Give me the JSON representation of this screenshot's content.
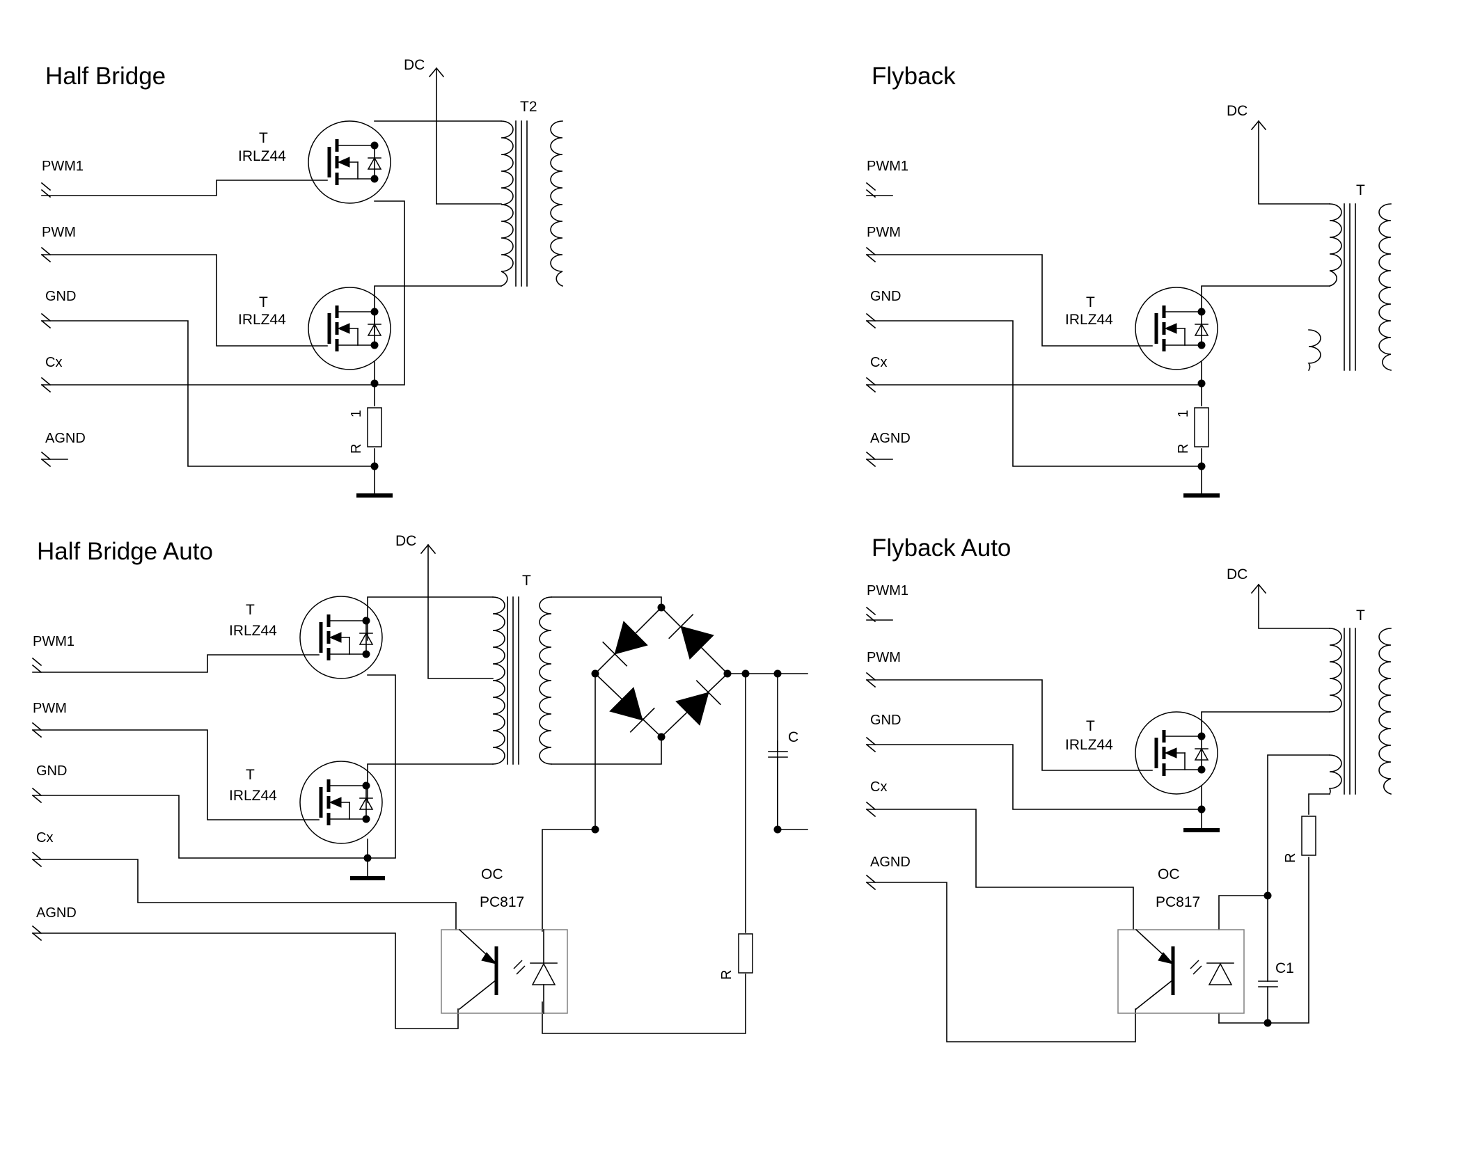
{
  "diagrams": {
    "half_bridge": {
      "title": "Half Bridge",
      "ports": {
        "pwm1": "PWM1",
        "pwm": "PWM",
        "gnd": "GND",
        "cx": "Cx",
        "agnd": "AGND"
      },
      "dc": "DC",
      "transformer": "T2",
      "t_top": {
        "ref": "T",
        "part": "IRLZ44"
      },
      "t_bot": {
        "ref": "T",
        "part": "IRLZ44"
      },
      "resistor": {
        "ref": "R",
        "value": "1"
      }
    },
    "flyback": {
      "title": "Flyback",
      "ports": {
        "pwm1": "PWM1",
        "pwm": "PWM",
        "gnd": "GND",
        "cx": "Cx",
        "agnd": "AGND"
      },
      "dc": "DC",
      "transformer": "T",
      "fet": {
        "ref": "T",
        "part": "IRLZ44"
      },
      "resistor": {
        "ref": "R",
        "value": "1"
      }
    },
    "half_bridge_auto": {
      "title": "Half Bridge Auto",
      "ports": {
        "pwm1": "PWM1",
        "pwm": "PWM",
        "gnd": "GND",
        "cx": "Cx",
        "agnd": "AGND"
      },
      "dc": "DC",
      "transformer": "T",
      "t_top": {
        "ref": "T",
        "part": "IRLZ44"
      },
      "t_bot": {
        "ref": "T",
        "part": "IRLZ44"
      },
      "capacitor": "C",
      "resistor": "R",
      "optocoupler": {
        "ref": "OC",
        "part": "PC817"
      }
    },
    "flyback_auto": {
      "title": "Flyback Auto",
      "ports": {
        "pwm1": "PWM1",
        "pwm": "PWM",
        "gnd": "GND",
        "cx": "Cx",
        "agnd": "AGND"
      },
      "dc": "DC",
      "transformer": "T",
      "fet": {
        "ref": "T",
        "part": "IRLZ44"
      },
      "resistor": "R",
      "capacitor": "C1",
      "optocoupler": {
        "ref": "OC",
        "part": "PC817"
      }
    }
  }
}
